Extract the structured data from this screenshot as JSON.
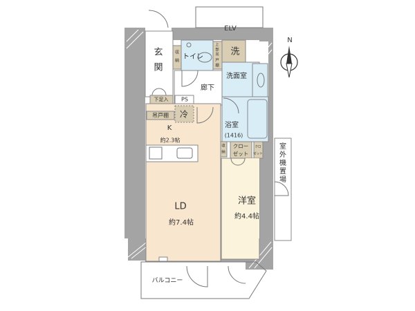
{
  "plan": {
    "elv": "ELV",
    "entrance": [
      "玄",
      "関"
    ],
    "storage_entrance": [
      "収",
      "納"
    ],
    "toilet": "トイレ",
    "upper_cabinet": [
      "上",
      "部",
      "吊",
      "戸",
      "棚"
    ],
    "washer": "洗",
    "washroom": "洗面室",
    "hallway": "廊下",
    "shoe_cabinet": "下足入",
    "ps": "PS",
    "hanging_cabinet": "吊戸棚",
    "fridge": "冷",
    "kitchen": "K",
    "kitchen_size": "約2.3帖",
    "bathroom": "浴室",
    "bathroom_size": "(1416)",
    "storage_small": [
      "収",
      "納"
    ],
    "closet": [
      "クロー",
      "ゼット"
    ],
    "closet_small": [
      "クロ",
      "ゼット"
    ],
    "outdoor_unit": [
      "室",
      "外",
      "機",
      "置",
      "場"
    ],
    "living_dining": "LD",
    "living_dining_size": "約7.4帖",
    "western_room": "洋室",
    "western_room_size": "約4.4帖",
    "balcony": "バルコニー",
    "north": "N"
  },
  "colors": {
    "wall": "#a4a4a4",
    "wet": "#d9edf7",
    "storage": "#d9ceb3",
    "ld": "#f8e6cf",
    "room": "#fbf3dc"
  }
}
